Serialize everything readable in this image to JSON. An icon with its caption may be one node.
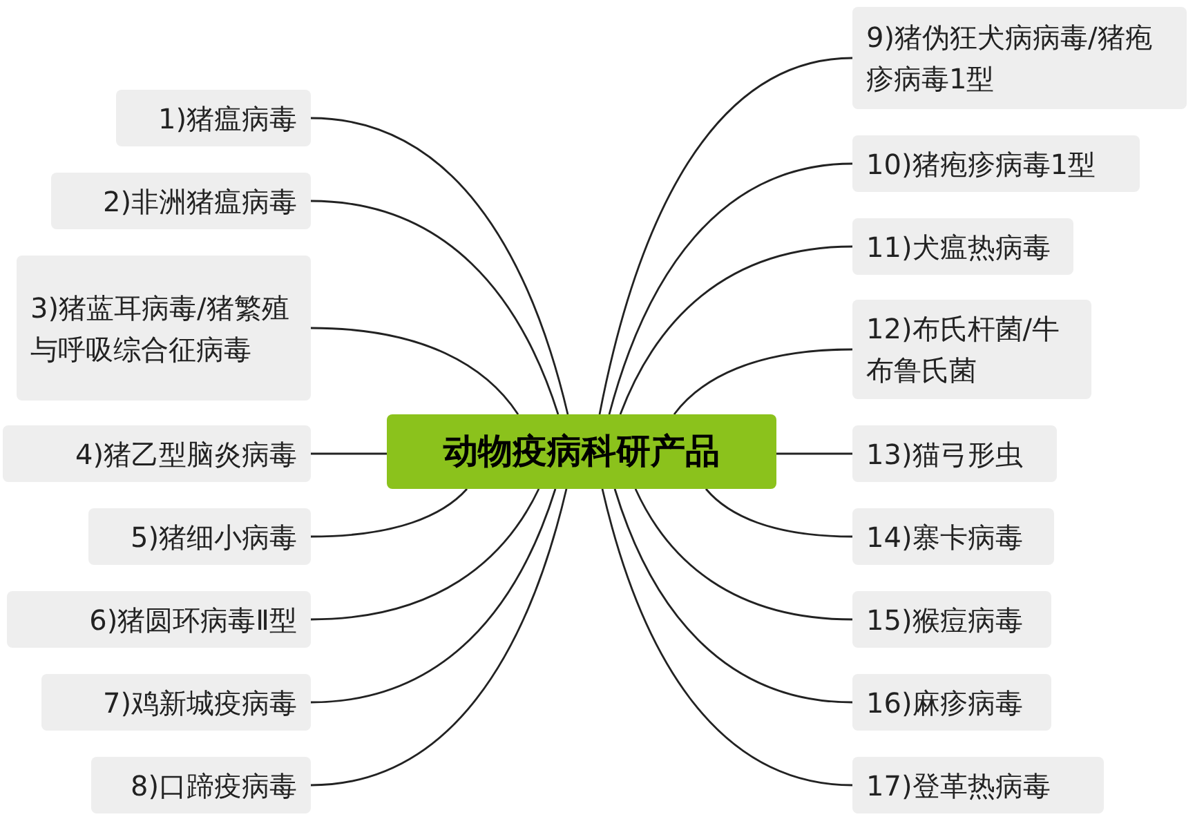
{
  "diagram": {
    "nodes": [
      {
        "text": [
          "动物疫病科研产品"
        ]
      },
      {
        "text": [
          "1)猪瘟病毒"
        ]
      },
      {
        "text": [
          "2)非洲猪瘟病毒"
        ]
      },
      {
        "text": [
          "3)猪蓝耳病毒/猪繁殖与呼吸综合征病毒"
        ]
      },
      {
        "text": [
          "4)猪乙型脑炎病毒"
        ]
      },
      {
        "text": [
          "5)猪细小病毒"
        ]
      },
      {
        "text": [
          "6)猪圆环病毒Ⅱ型"
        ]
      },
      {
        "text": [
          "7)鸡新城疫病毒"
        ]
      },
      {
        "text": [
          "8)口蹄疫病毒"
        ]
      },
      {
        "text": [
          "9)猪伪狂犬病病毒/猪疱疹病毒1型"
        ]
      },
      {
        "text": [
          "10)猪疱疹病毒1型"
        ]
      },
      {
        "text": [
          "11)犬瘟热病毒"
        ]
      },
      {
        "text": [
          "12)布氏杆菌/牛布鲁氏菌"
        ]
      },
      {
        "text": [
          "13)猫弓形虫"
        ]
      },
      {
        "text": [
          "14)寨卡病毒"
        ]
      },
      {
        "text": [
          "15)猴痘病毒"
        ]
      },
      {
        "text": [
          "16)麻疹病毒"
        ]
      },
      {
        "text": [
          "17)登革热病毒"
        ]
      }
    ],
    "edges": [
      {
        "from": 0,
        "to": 1,
        "arrow": "none"
      },
      {
        "from": 0,
        "to": 2,
        "arrow": "none"
      },
      {
        "from": 0,
        "to": 3,
        "arrow": "none"
      },
      {
        "from": 0,
        "to": 4,
        "arrow": "none"
      },
      {
        "from": 0,
        "to": 5,
        "arrow": "none"
      },
      {
        "from": 0,
        "to": 6,
        "arrow": "none"
      },
      {
        "from": 0,
        "to": 7,
        "arrow": "none"
      },
      {
        "from": 0,
        "to": 8,
        "arrow": "none"
      },
      {
        "from": 0,
        "to": 9,
        "arrow": "none"
      },
      {
        "from": 0,
        "to": 10,
        "arrow": "none"
      },
      {
        "from": 0,
        "to": 11,
        "arrow": "none"
      },
      {
        "from": 0,
        "to": 12,
        "arrow": "none"
      },
      {
        "from": 0,
        "to": 13,
        "arrow": "none"
      },
      {
        "from": 0,
        "to": 14,
        "arrow": "none"
      },
      {
        "from": 0,
        "to": 15,
        "arrow": "none"
      },
      {
        "from": 0,
        "to": 16,
        "arrow": "none"
      },
      {
        "from": 0,
        "to": 17,
        "arrow": "none"
      }
    ]
  }
}
